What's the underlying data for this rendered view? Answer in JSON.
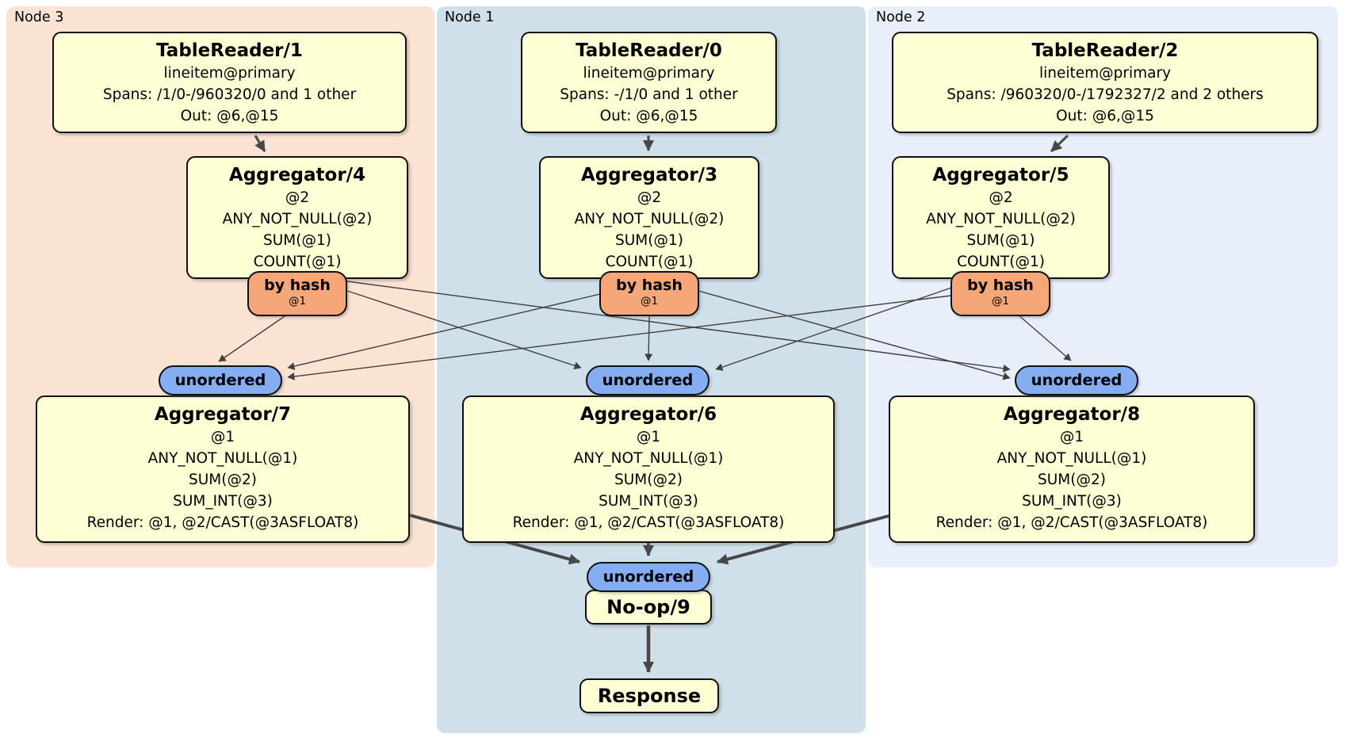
{
  "nodes": [
    {
      "label": "Node 3"
    },
    {
      "label": "Node 1"
    },
    {
      "label": "Node 2"
    }
  ],
  "processors": {
    "tr1": {
      "title": "TableReader/1",
      "lines": [
        "lineitem@primary",
        "Spans: /1/0-/960320/0 and 1 other",
        "Out: @6,@15"
      ]
    },
    "tr0": {
      "title": "TableReader/0",
      "lines": [
        "lineitem@primary",
        "Spans: -/1/0 and 1 other",
        "Out: @6,@15"
      ]
    },
    "tr2": {
      "title": "TableReader/2",
      "lines": [
        "lineitem@primary",
        "Spans: /960320/0-/1792327/2 and 2 others",
        "Out: @6,@15"
      ]
    },
    "agg4": {
      "title": "Aggregator/4",
      "lines": [
        "@2",
        "ANY_NOT_NULL(@2)",
        "SUM(@1)",
        "COUNT(@1)"
      ]
    },
    "agg3": {
      "title": "Aggregator/3",
      "lines": [
        "@2",
        "ANY_NOT_NULL(@2)",
        "SUM(@1)",
        "COUNT(@1)"
      ]
    },
    "agg5": {
      "title": "Aggregator/5",
      "lines": [
        "@2",
        "ANY_NOT_NULL(@2)",
        "SUM(@1)",
        "COUNT(@1)"
      ]
    },
    "agg7": {
      "title": "Aggregator/7",
      "lines": [
        "@1",
        "ANY_NOT_NULL(@1)",
        "SUM(@2)",
        "SUM_INT(@3)",
        "Render: @1, @2/CAST(@3ASFLOAT8)"
      ]
    },
    "agg6": {
      "title": "Aggregator/6",
      "lines": [
        "@1",
        "ANY_NOT_NULL(@1)",
        "SUM(@2)",
        "SUM_INT(@3)",
        "Render: @1, @2/CAST(@3ASFLOAT8)"
      ]
    },
    "agg8": {
      "title": "Aggregator/8",
      "lines": [
        "@1",
        "ANY_NOT_NULL(@1)",
        "SUM(@2)",
        "SUM_INT(@3)",
        "Render: @1, @2/CAST(@3ASFLOAT8)"
      ]
    },
    "noop": {
      "title": "No-op/9"
    },
    "response": {
      "title": "Response"
    }
  },
  "router": {
    "label": "by hash",
    "key": "@1"
  },
  "sync": {
    "label": "unordered"
  },
  "colors": {
    "node3_bg": "#fbe3d4",
    "node1_bg": "#cfe0ea",
    "node2_bg": "#e9effa",
    "box_bg": "#ffffd6",
    "router_bg": "#f5a779",
    "sync_bg": "#85adf2",
    "edge": "#474747"
  }
}
